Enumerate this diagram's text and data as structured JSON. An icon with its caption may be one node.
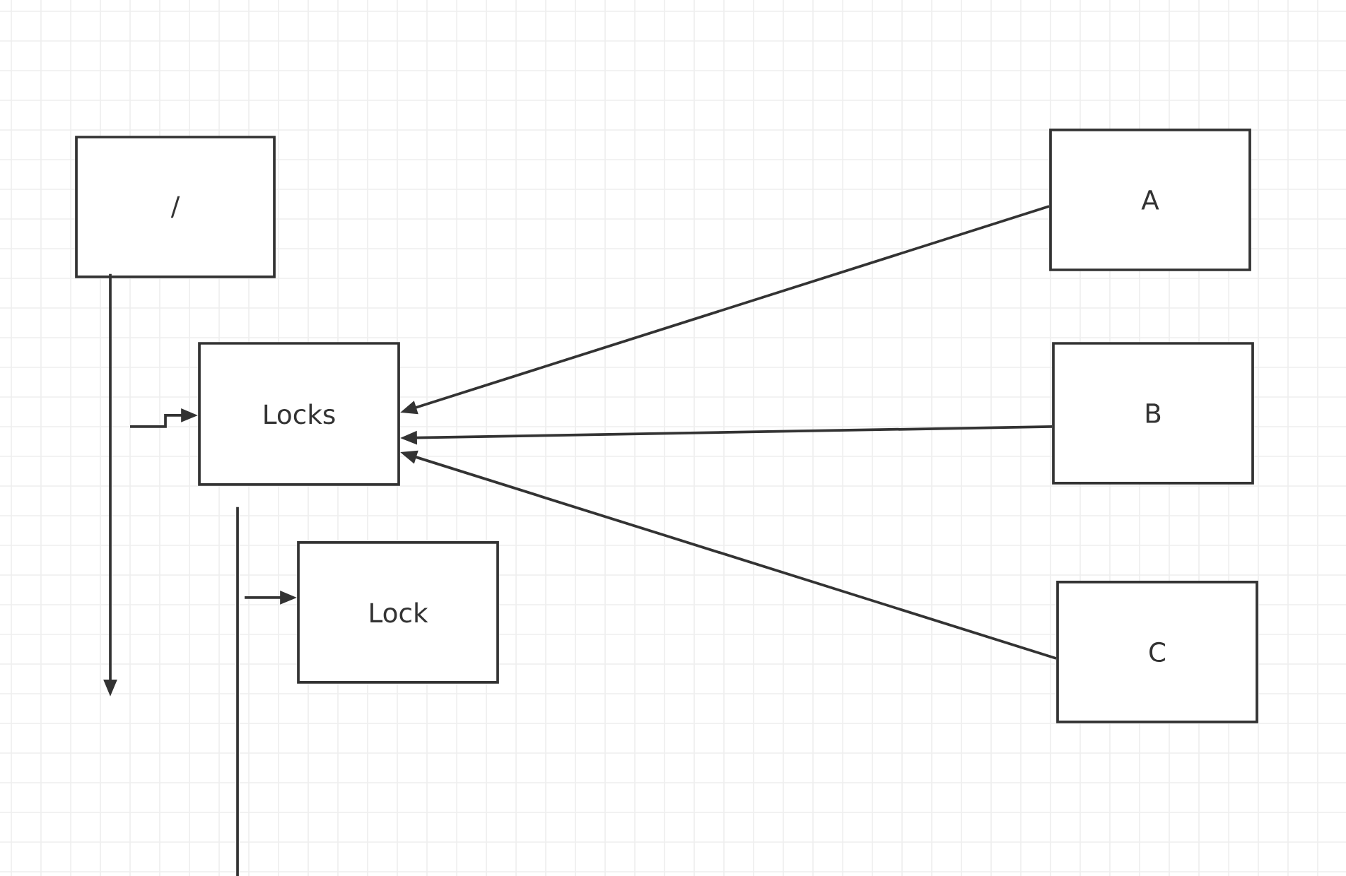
{
  "diagram": {
    "nodes": [
      {
        "text": [
          "/"
        ]
      },
      {
        "text": [
          "Locks"
        ]
      },
      {
        "text": [
          "Lock"
        ]
      },
      {
        "text": [
          "A"
        ]
      },
      {
        "text": [
          "B"
        ]
      },
      {
        "text": [
          "C"
        ]
      }
    ],
    "edges": [
      {
        "from": 3,
        "to": 1,
        "arrow": "to"
      },
      {
        "from": 4,
        "to": 1,
        "arrow": "to"
      },
      {
        "from": 5,
        "to": 1,
        "arrow": "to"
      },
      {
        "from": 0,
        "to": null,
        "arrow": "to"
      },
      {
        "from": null,
        "to": 1,
        "arrow": "to"
      },
      {
        "from": null,
        "to": 2,
        "arrow": "to"
      },
      {
        "from": 1,
        "to": null,
        "arrow": "none"
      }
    ]
  }
}
